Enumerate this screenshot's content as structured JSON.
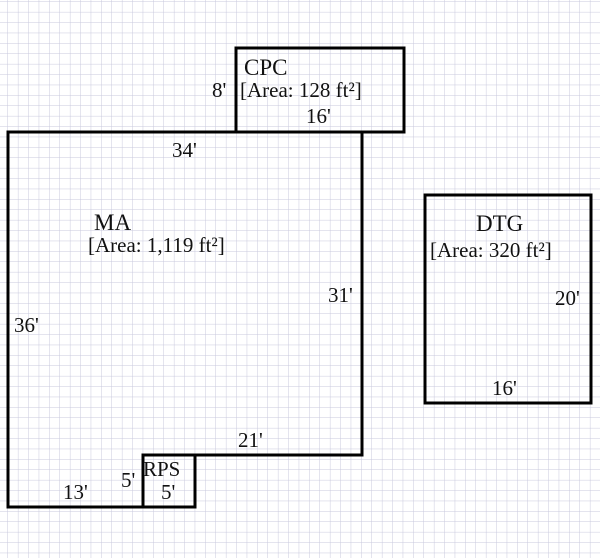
{
  "colors": {
    "grid": "#c9c9dd",
    "wall": "#000000",
    "background": "#ffffff"
  },
  "rooms": [
    {
      "name": "CPC",
      "area": "[Area: 128 ft²]",
      "dims": [
        "8'",
        "16'"
      ]
    },
    {
      "name": "MA",
      "area": "[Area: 1,119 ft²]",
      "dims": [
        "34'",
        "31'",
        "21'",
        "36'",
        "13'"
      ]
    },
    {
      "name": "RPS",
      "dims": [
        "5'",
        "5'"
      ]
    },
    {
      "name": "DTG",
      "area": "[Area: 320 ft²]",
      "dims": [
        "20'",
        "16'"
      ]
    }
  ]
}
